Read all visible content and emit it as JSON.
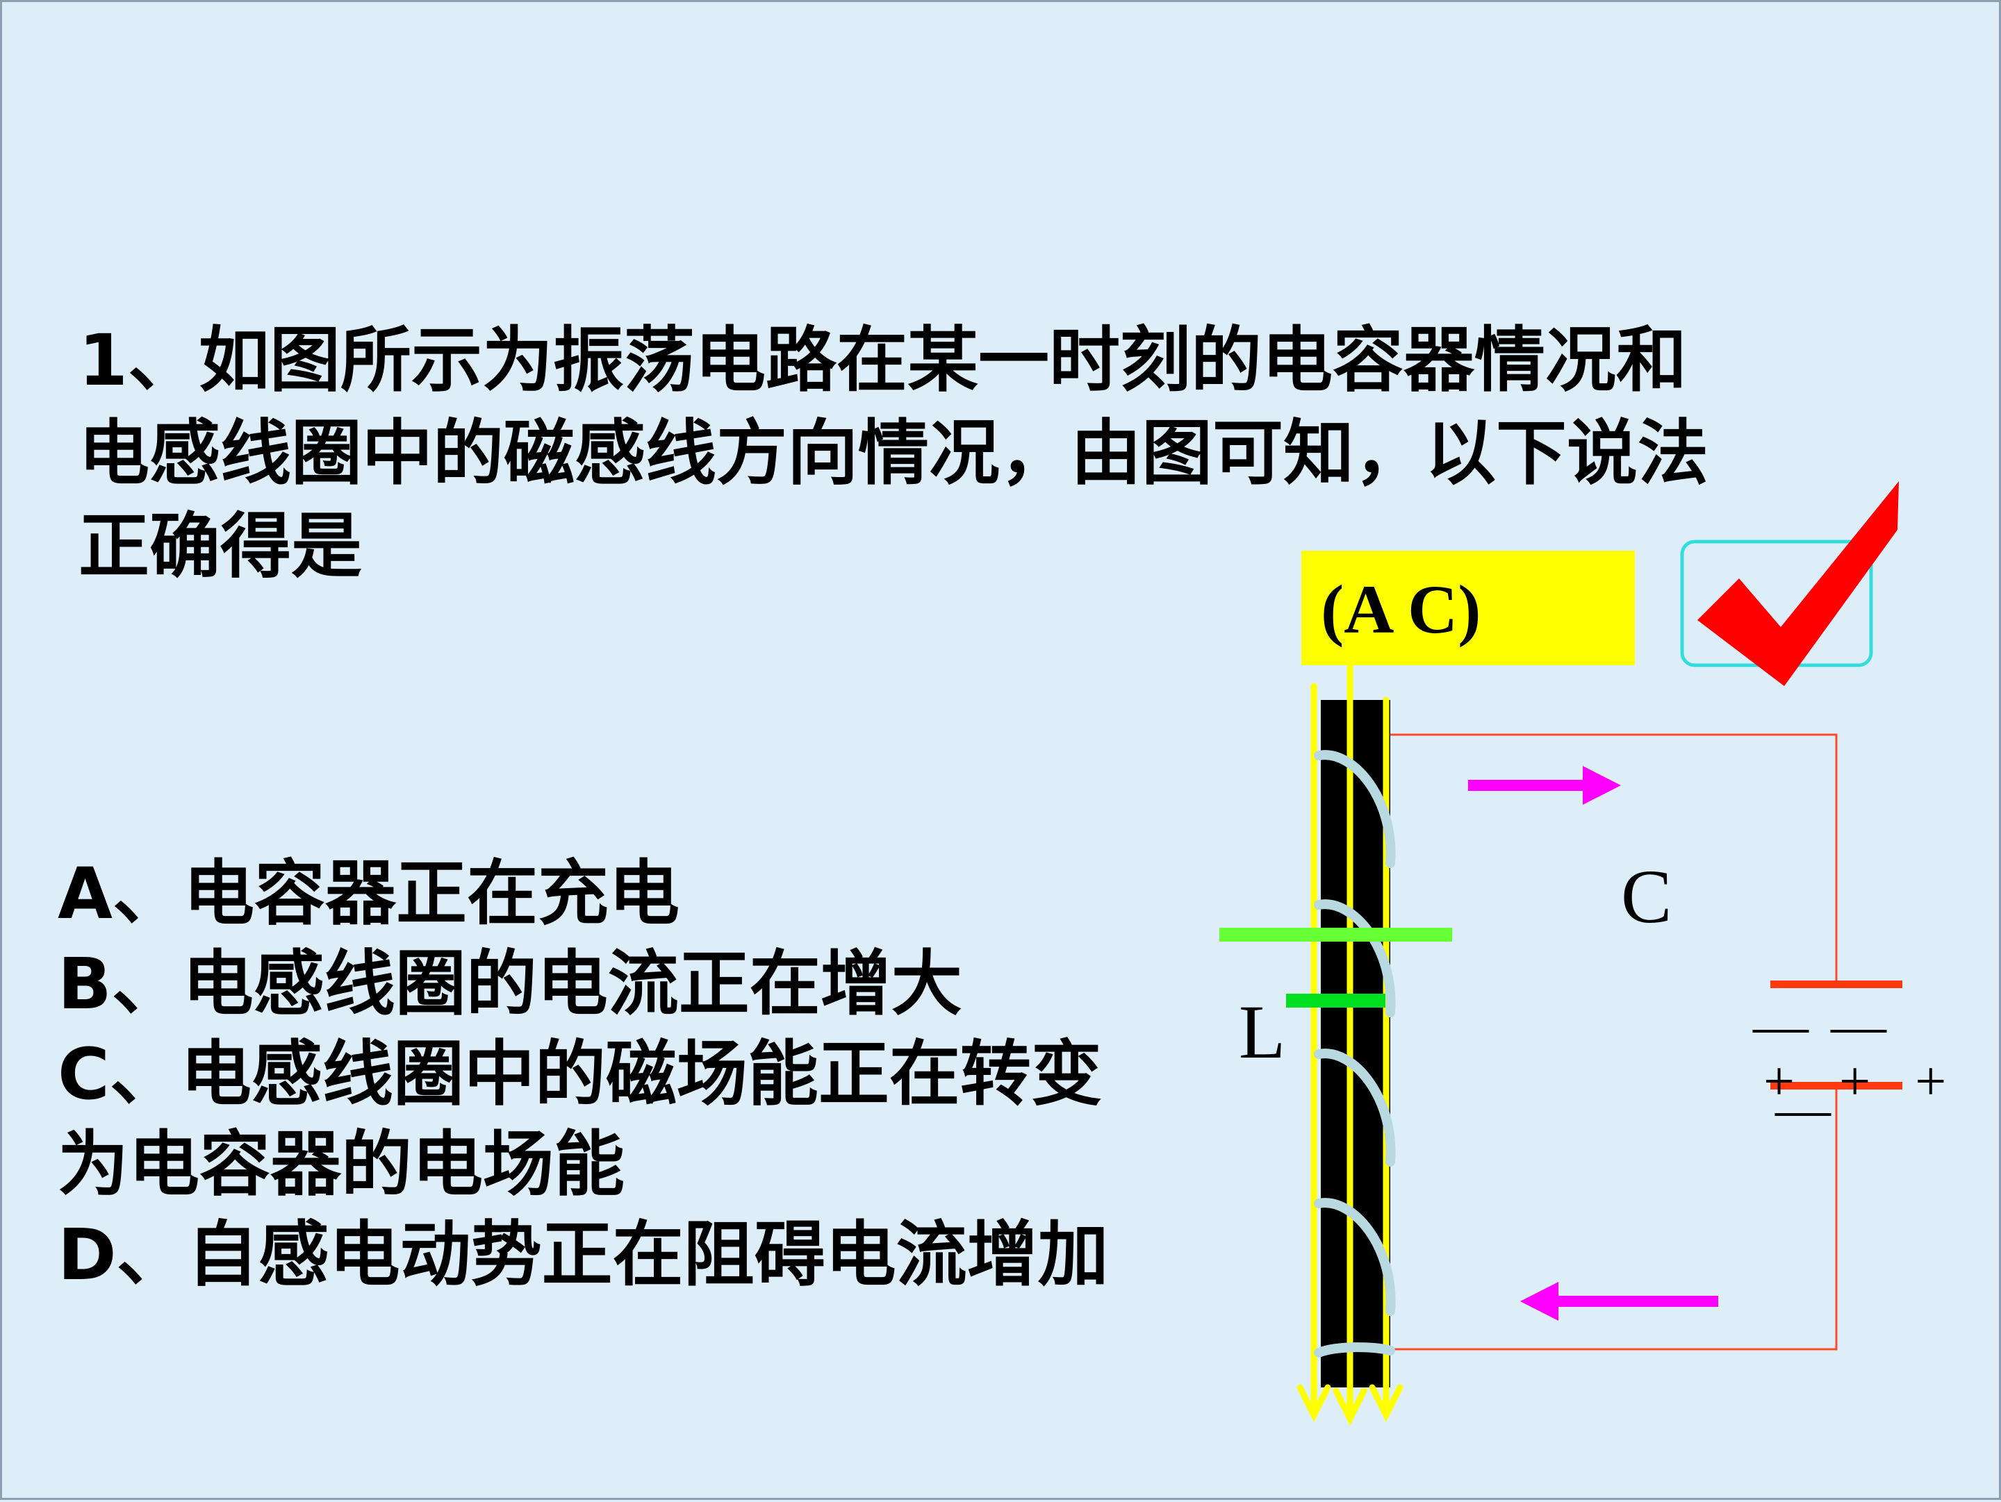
{
  "question": {
    "line1": "1、如图所示为振荡电路在某一时刻的电容器情况和",
    "line2": "电感线圈中的磁感线方向情况，由图可知，以下说法",
    "line3": "正确得是"
  },
  "answer": "(A C)",
  "options": {
    "a": "A、电容器正在充电",
    "b": "B、电感线圈的电流正在增大",
    "c1": "C、电感线圈中的磁场能正在转变",
    "c2": "为电容器的电场能",
    "d": "D、自感电动势正在阻碍电流增加"
  },
  "diagram": {
    "capacitor_label": "C",
    "inductor_label": "L",
    "minus_signs": "— —",
    "plus_signs": "+ + +",
    "minus_bottom": "—"
  },
  "icons": {
    "checkmark": "checkmark-icon",
    "current_arrow_top": "arrow-right-icon",
    "current_arrow_bottom": "arrow-left-icon"
  },
  "colors": {
    "background": "#ddeef9",
    "answer_highlight": "#ffff00",
    "check": "#ff0000",
    "arrow": "#ff00ff",
    "wire": "#ff4a2a",
    "field_line": "#ffff00",
    "coil": "#b9d9e0"
  }
}
